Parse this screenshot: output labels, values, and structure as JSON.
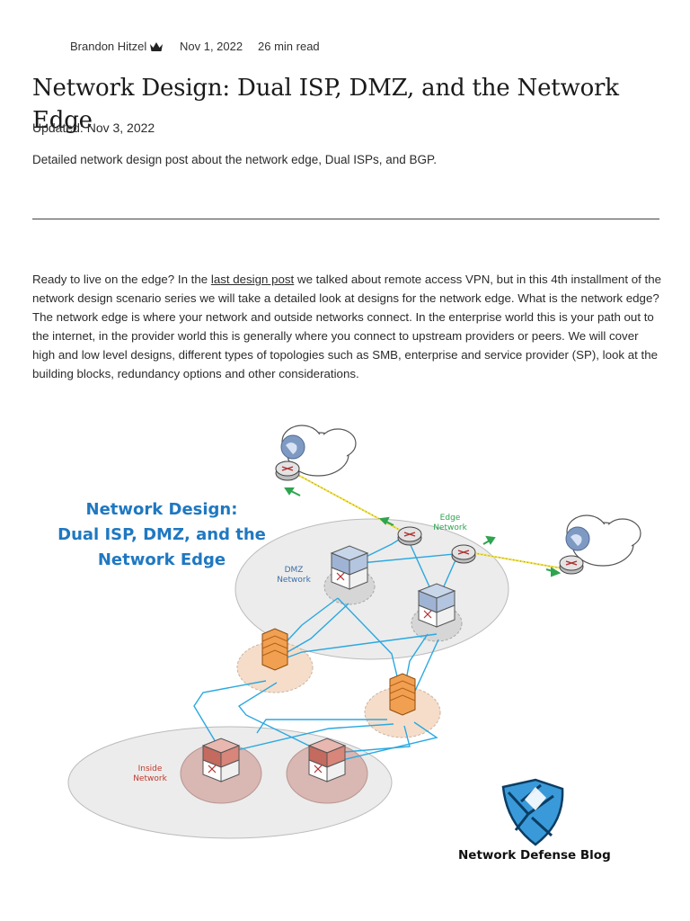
{
  "meta": {
    "author": "Brandon Hitzel",
    "date": "Nov 1, 2022",
    "read_time": "26 min read"
  },
  "post": {
    "title": "Network Design: Dual ISP, DMZ, and the Network Edge",
    "updated": "Updated: Nov 3, 2022",
    "summary": "Detailed network design post about the network edge, Dual ISPs, and BGP.",
    "body_before_link": "Ready to live on the edge? In the ",
    "link_text": "last design post",
    "body_after_link": " we talked about remote access VPN, but in this 4th installment of the network design scenario series we will take a detailed look at designs for the network edge. What is the network edge? The network edge is where your network and outside networks connect. In the enterprise world this is your path out to the internet, in the provider world this is generally where you connect to upstream providers or peers. We will cover high and low level designs, different types of topologies such as SMB, enterprise and service provider (SP), look at the building blocks, redundancy options and other considerations."
  },
  "figure": {
    "title_line1": "Network Design:",
    "title_line2": "Dual ISP, DMZ, and the",
    "title_line3": "Network Edge",
    "edge_label_line1": "Edge",
    "edge_label_line2": "Network",
    "dmz_label_line1": "DMZ",
    "dmz_label_line2": "Network",
    "inside_label_line1": "Inside",
    "inside_label_line2": "Network",
    "brand": "Network Defense Blog"
  },
  "colors": {
    "title_blue": "#1f78c1",
    "edge_green": "#2ea44f",
    "dmz_blue": "#3b6ea5",
    "inside_red": "#c0392b",
    "link_cyan": "#2aa8e0"
  }
}
